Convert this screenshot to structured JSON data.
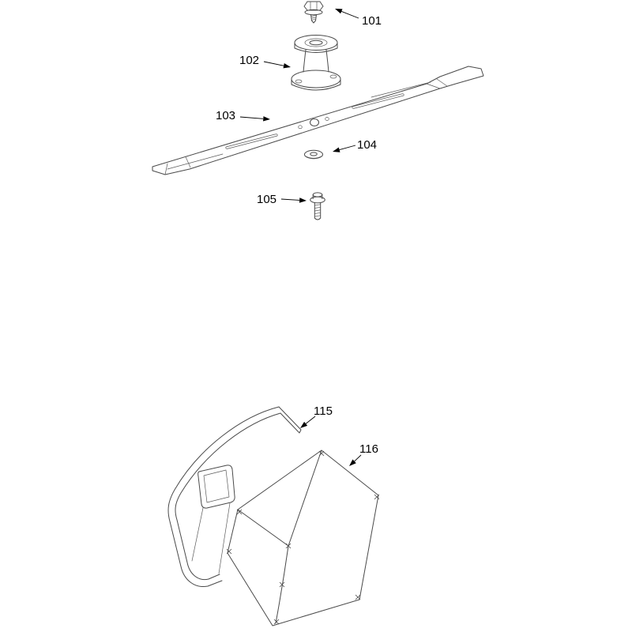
{
  "page": {
    "background": "#ffffff"
  },
  "diagram": {
    "line_color": "#4a4a4a",
    "label_color": "#000000"
  },
  "parts": [
    {
      "label": "101"
    },
    {
      "label": "102"
    },
    {
      "label": "103"
    },
    {
      "label": "104"
    },
    {
      "label": "105"
    },
    {
      "label": "115"
    },
    {
      "label": "116"
    }
  ]
}
